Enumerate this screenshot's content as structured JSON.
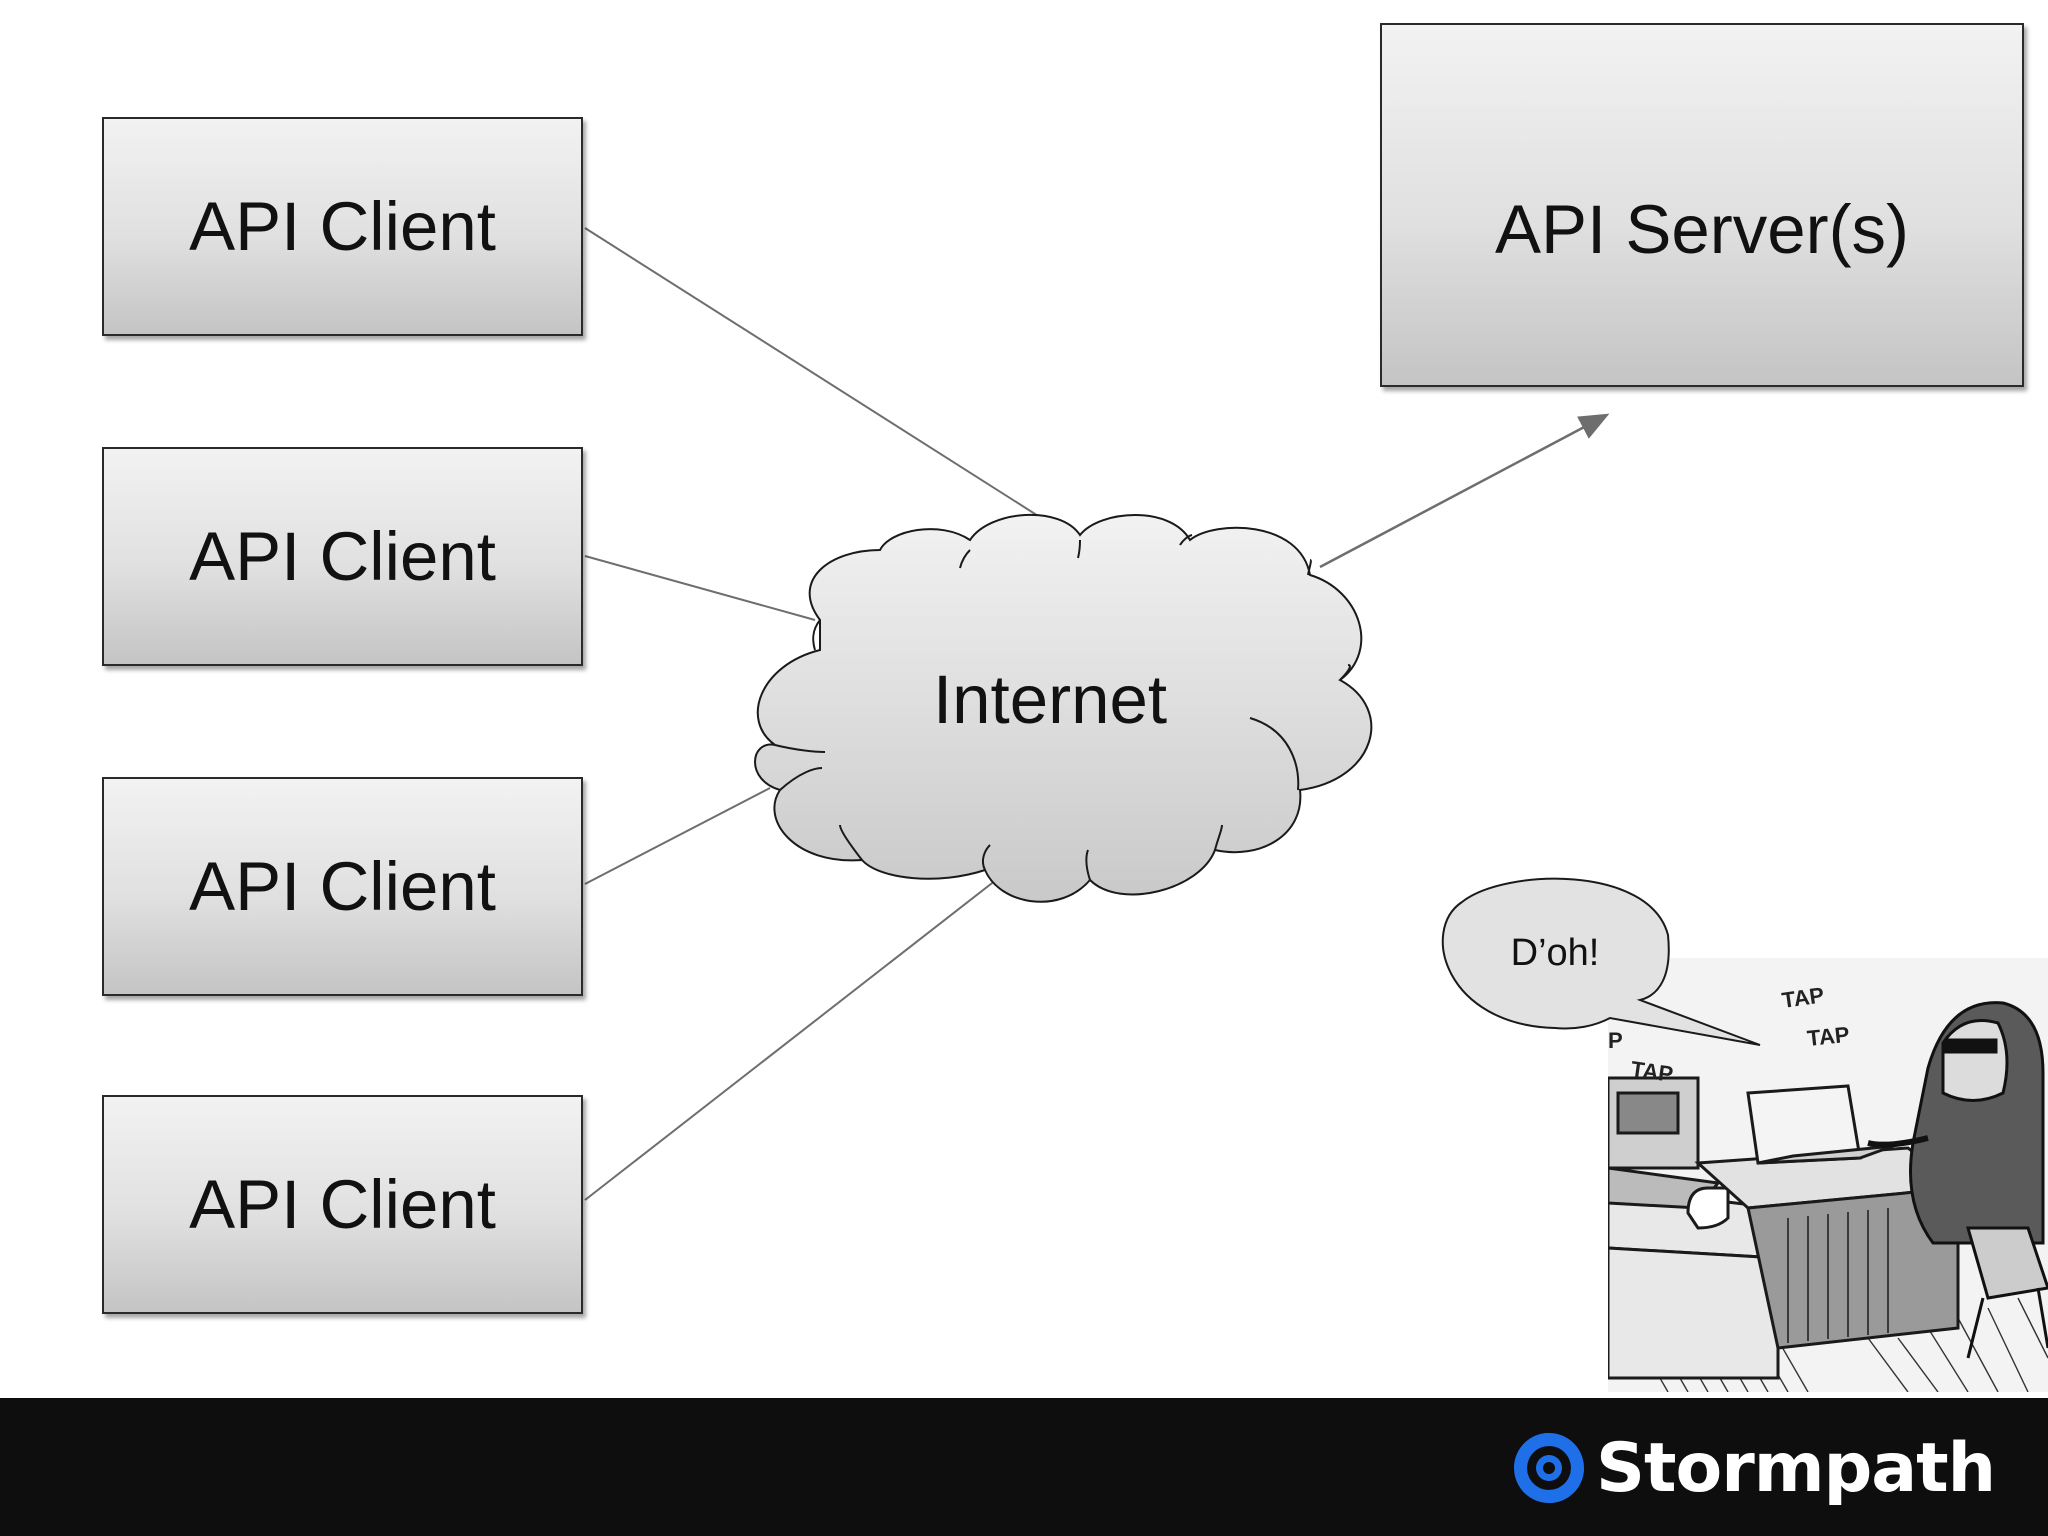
{
  "diagram": {
    "clients": [
      {
        "label": "API Client"
      },
      {
        "label": "API Client"
      },
      {
        "label": "API Client"
      },
      {
        "label": "API Client"
      }
    ],
    "server": {
      "label": "API Server(s)"
    },
    "cloud": {
      "label": "Internet"
    },
    "speech_bubble": {
      "label": "D’oh!"
    },
    "comic": {
      "sound_effects": [
        "P",
        "TAP",
        "TAP",
        "TAP"
      ]
    }
  },
  "footer": {
    "brand_name": "Stormpath",
    "logo_icon": "stormpath-logo-icon",
    "background_color": "#0e0e0e",
    "logo_color": "#1e6fe8"
  }
}
